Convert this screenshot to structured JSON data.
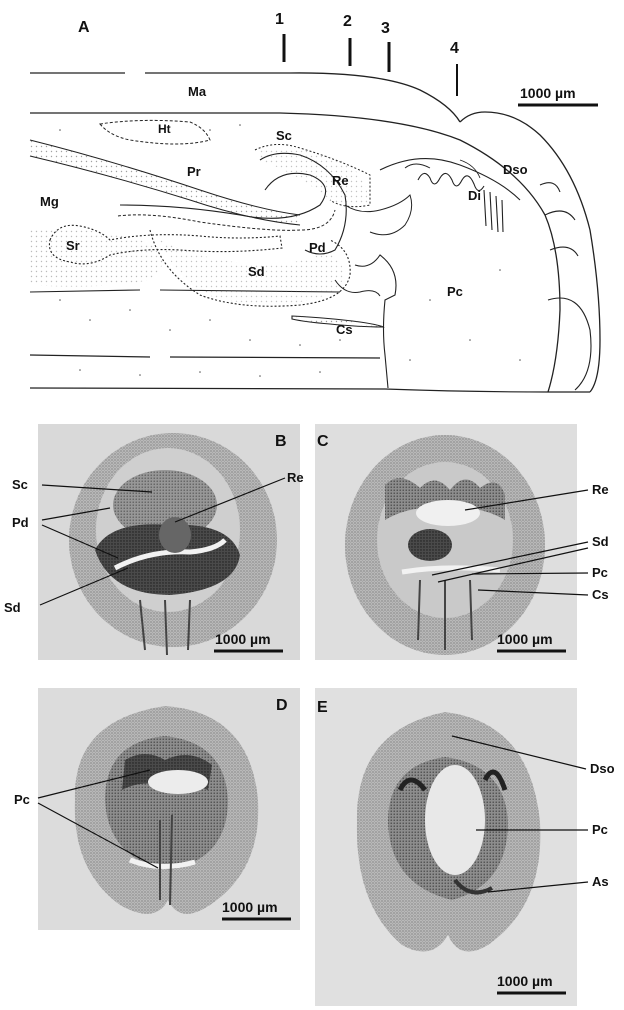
{
  "figure": {
    "panel_a": {
      "panel_label": "A",
      "section_marks": [
        "1",
        "2",
        "3",
        "4"
      ],
      "scale_bar": "1000 µm",
      "structures": {
        "ma": "Ma",
        "ht": "Ht",
        "sc": "Sc",
        "pr": "Pr",
        "re": "Re",
        "di": "Di",
        "dso": "Dso",
        "mg": "Mg",
        "sr": "Sr",
        "pd": "Pd",
        "sd": "Sd",
        "pc": "Pc",
        "cs": "Cs"
      }
    },
    "panel_b": {
      "panel_label": "B",
      "labels": [
        "Sc",
        "Pd",
        "Sd",
        "Re"
      ],
      "scale_bar": "1000 µm"
    },
    "panel_c": {
      "panel_label": "C",
      "labels": [
        "Re",
        "Sd",
        "Pc",
        "Cs"
      ],
      "scale_bar": "1000 µm"
    },
    "panel_d": {
      "panel_label": "D",
      "labels": [
        "Pc"
      ],
      "scale_bar": "1000 µm"
    },
    "panel_e": {
      "panel_label": "E",
      "labels": [
        "Dso",
        "Pc",
        "As"
      ],
      "scale_bar": "1000 µm"
    }
  }
}
